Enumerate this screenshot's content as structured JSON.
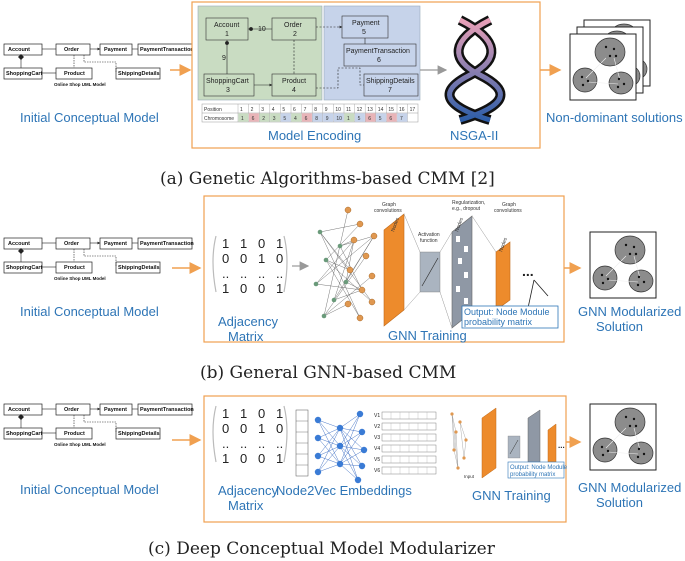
{
  "uml": {
    "classes": [
      "Account",
      "Order",
      "Payment",
      "PaymentTransaction",
      "ShoppingCart",
      "Product",
      "ShippingDetails"
    ],
    "caption": "Online Shop UML Model"
  },
  "initial_label": "Initial Conceptual Model",
  "panel_a": {
    "caption": "(a) Genetic Algorithms-based CMM [2]",
    "encoding_label": "Model Encoding",
    "nsga_label": "NSGA-II",
    "output_label": "Non-dominant solutions",
    "nodes": [
      {
        "name": "Account",
        "num": "1"
      },
      {
        "name": "Order",
        "num": "2"
      },
      {
        "name": "ShoppingCart",
        "num": "3"
      },
      {
        "name": "Product",
        "num": "4"
      },
      {
        "name": "Payment",
        "num": "5"
      },
      {
        "name": "PaymentTransaction",
        "num": "6"
      },
      {
        "name": "ShippingDetails",
        "num": "7"
      }
    ],
    "edge_labels": [
      "10",
      "9"
    ],
    "table": {
      "row1_label": "Position",
      "row2_label": "Chromosome",
      "positions": [
        "1",
        "2",
        "3",
        "4",
        "5",
        "6",
        "7",
        "8",
        "9",
        "10",
        "11",
        "12",
        "13",
        "14",
        "15",
        "16",
        "17"
      ],
      "chromosome": [
        "1",
        "6",
        "2",
        "3",
        "5",
        "4",
        "6",
        "8",
        "9",
        "10",
        "1",
        "5",
        "6",
        "5",
        "6",
        "7"
      ]
    }
  },
  "panel_b": {
    "caption": "(b) General GNN-based CMM",
    "matrix": [
      [
        "1",
        "1",
        "0",
        "1"
      ],
      [
        "0",
        "0",
        "1",
        "0"
      ],
      [
        "..",
        "..",
        "..",
        ".."
      ],
      [
        "1",
        "0",
        "0",
        "1"
      ]
    ],
    "matrix_label_1": "Adjacency",
    "matrix_label_2": "Matrix",
    "gnn_label": "GNN Training",
    "graph_conv_label_1": "Graph",
    "graph_conv_label_2": "convolutions",
    "activation_label_1": "Activation",
    "activation_label_2": "function",
    "regularization_label_1": "Regularization,",
    "regularization_label_2": "e.g., dropout",
    "graph_conv2_label_1": "Graph",
    "graph_conv2_label_2": "convolutions",
    "nodes_tag": "Nodes",
    "ellipsis": "...",
    "output_box_1": "Output: Node Module",
    "output_box_2": "probability matrix",
    "solution_label_1": "GNN Modularized",
    "solution_label_2": "Solution"
  },
  "panel_c": {
    "caption": "(c) Deep Conceptual Model Modularizer",
    "matrix": [
      [
        "1",
        "1",
        "0",
        "1"
      ],
      [
        "0",
        "0",
        "1",
        "0"
      ],
      [
        "..",
        "..",
        "..",
        ".."
      ],
      [
        "1",
        "0",
        "0",
        "1"
      ]
    ],
    "matrix_label_1": "Adjacency",
    "matrix_label_2": "Matrix",
    "n2v_label": "Node2Vec Embeddings",
    "gnn_label": "GNN Training",
    "vectors": [
      "V1",
      "V2",
      "V3",
      "V4",
      "V5",
      "V6"
    ],
    "input_label": "Input",
    "output_box_1": "Output: Node Module",
    "output_box_2": "probability matrix",
    "solution_label_1": "GNN Modularized",
    "solution_label_2": "Solution"
  },
  "colors": {
    "accent_blue": "#2e75b6",
    "frame_orange": "#f0a050",
    "layer_orange": "#ed8b2c",
    "encoding_green": "#c9dcc2",
    "encoding_blue": "#c6d3ea",
    "cluster_grey": "#8c8c8c"
  }
}
